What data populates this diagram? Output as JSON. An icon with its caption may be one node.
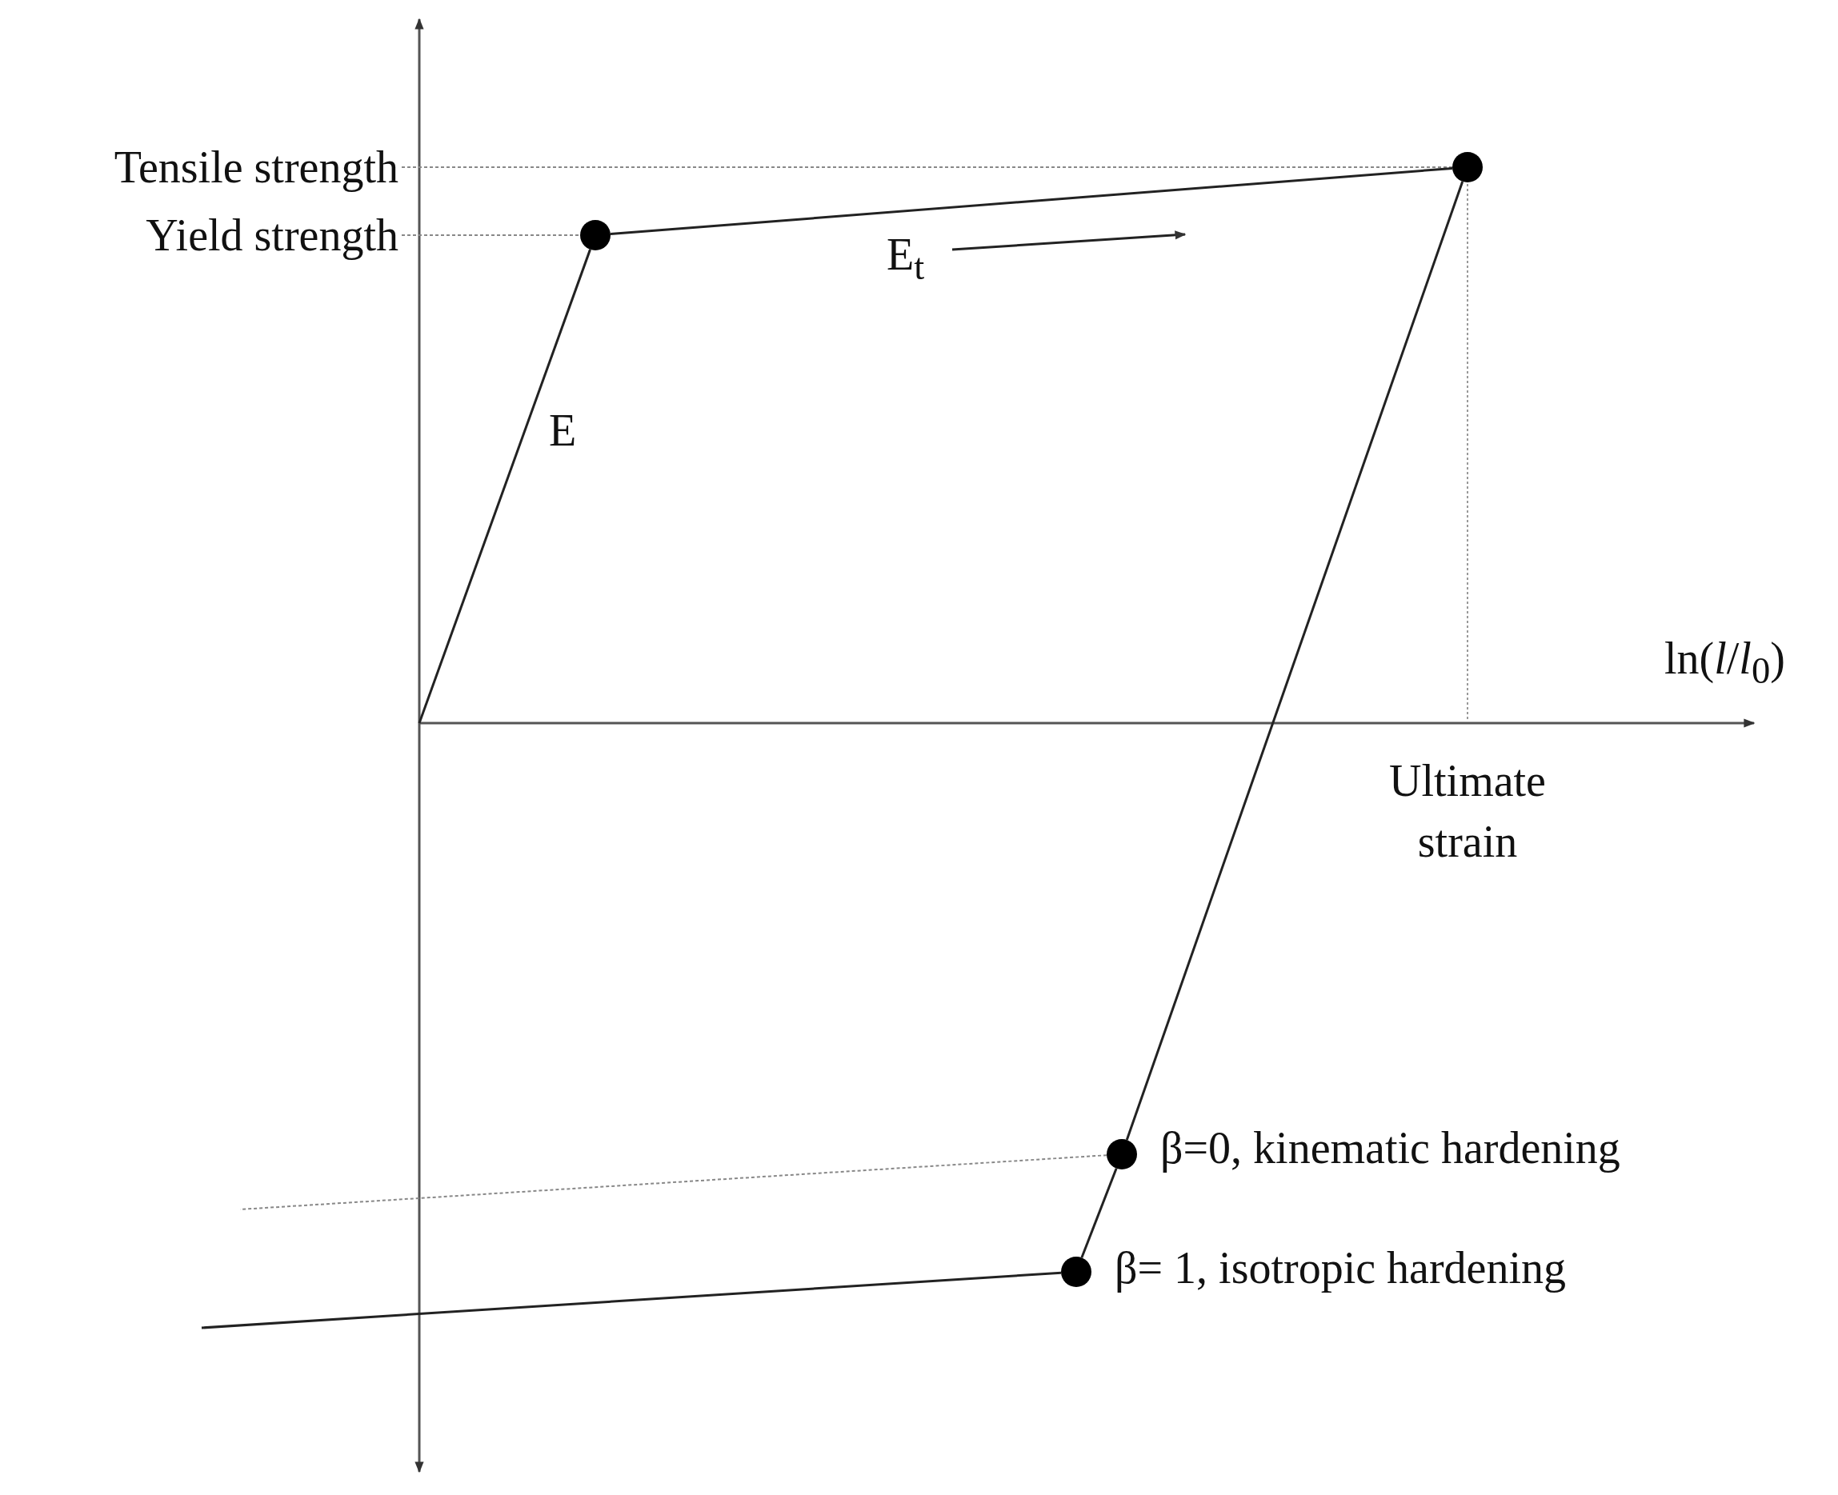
{
  "diagram": {
    "nodes": [
      {
        "text": [
          "Tensile strength"
        ]
      },
      {
        "text": [
          "Yield strength"
        ]
      },
      {
        "text": [],
        "shape": "circle"
      },
      {
        "text": [],
        "shape": "circle"
      },
      {
        "text": [],
        "shape": "circle",
        "beside": [
          "β=0, kinematic hardening"
        ]
      },
      {
        "text": [],
        "shape": "circle",
        "beside": [
          "β= 1, isotropic hardening"
        ]
      }
    ],
    "edges": [
      {
        "from": 0,
        "to": 3,
        "arrow": "none",
        "style": "dashed",
        "color": "#888888"
      },
      {
        "from": 1,
        "to": 2,
        "arrow": "none",
        "style": "dashed",
        "color": "#888888"
      },
      {
        "from": null,
        "to": 2,
        "arrow": "none"
      },
      {
        "from": 2,
        "to": 3,
        "arrow": "none"
      },
      {
        "from": 3,
        "to": 4,
        "arrow": "none"
      },
      {
        "from": 4,
        "to": 5,
        "arrow": "none"
      },
      {
        "from": 4,
        "to": null,
        "arrow": "none",
        "style": "dashed",
        "color": "#888888"
      },
      {
        "from": 5,
        "to": null,
        "arrow": "none"
      }
    ],
    "labels": [
      "E$_{t}$",
      "E",
      "ln(*l*/*l*$_{0}$)",
      "Ultimate strain"
    ]
  }
}
